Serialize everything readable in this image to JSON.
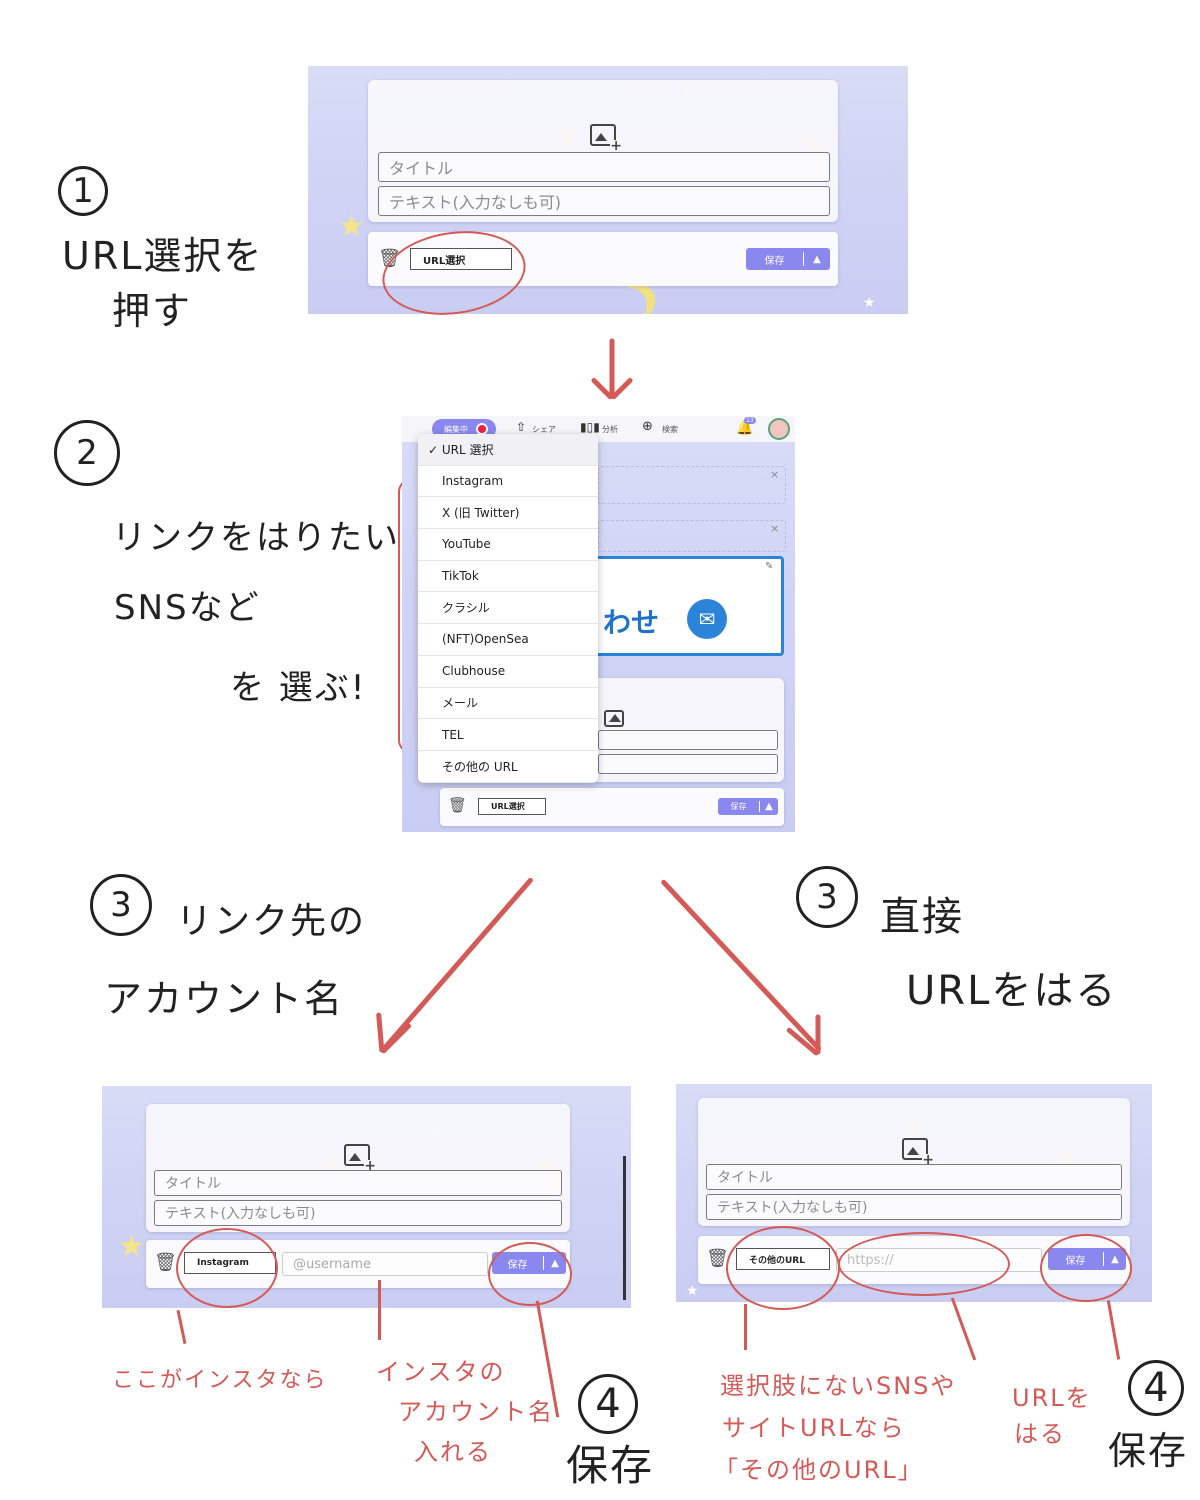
{
  "notes": {
    "step1_num": "1",
    "step1_line1": "URL選択を",
    "step1_line2": "押す",
    "step2_num": "2",
    "step2_line1": "リンクをはりたい",
    "step2_line2": "SNSなど",
    "step2_line3": "を 選ぶ!",
    "step3a_num": "3",
    "step3a_line1": "リンク先の",
    "step3a_line2": "アカウント名",
    "step3b_num": "3",
    "step3b_line1": "直接",
    "step3b_line2": "URLをはる",
    "ann_left1": "ここがインスタなら",
    "ann_left2_line1": "インスタの",
    "ann_left2_line2": "アカウント名",
    "ann_left2_line3": "入れる",
    "step4_left_num": "4",
    "step4_left_label": "保存",
    "ann_right1_line1": "選択肢にないSNSや",
    "ann_right1_line2": "サイトURLなら",
    "ann_right1_line3": "「その他のURL」",
    "ann_right2_line1": "URLを",
    "ann_right2_line2": "はる",
    "step4_right_num": "4",
    "step4_right_label": "保存"
  },
  "panel1": {
    "title_placeholder": "タイトル",
    "text_placeholder": "テキスト(入力なしも可)",
    "select_label": "URL選択",
    "save_label": "保存",
    "save_arrow": "▲"
  },
  "panel2": {
    "top_tabs": [
      {
        "label": "編集中"
      },
      {
        "label": "シェア"
      },
      {
        "label": "分析"
      },
      {
        "label": "検索"
      }
    ],
    "notif_count": "13",
    "menu_items": [
      "✓ URL 選択",
      "Instagram",
      "X (旧 Twitter)",
      "YouTube",
      "TikTok",
      "クラシル",
      "(NFT)OpenSea",
      "Clubhouse",
      "メール",
      "TEL",
      "その他の URL"
    ],
    "banner_text": "わせ",
    "select_label": "URL選択",
    "save_label": "保存",
    "save_arrow": "▲"
  },
  "panel3": {
    "title_placeholder": "タイトル",
    "text_placeholder": "テキスト(入力なしも可)",
    "select_label": "Instagram",
    "username_placeholder": "@username",
    "save_label": "保存",
    "save_arrow": "▲"
  },
  "panel4": {
    "title_placeholder": "タイトル",
    "text_placeholder": "テキスト(入力なしも可)",
    "select_label": "その他のURL",
    "url_placeholder": "https://",
    "save_label": "保存",
    "save_arrow": "▲"
  },
  "colors": {
    "accent": "#8a87ee",
    "annotation_red": "#d45a57",
    "panel_bg": "#d4d7f5"
  }
}
